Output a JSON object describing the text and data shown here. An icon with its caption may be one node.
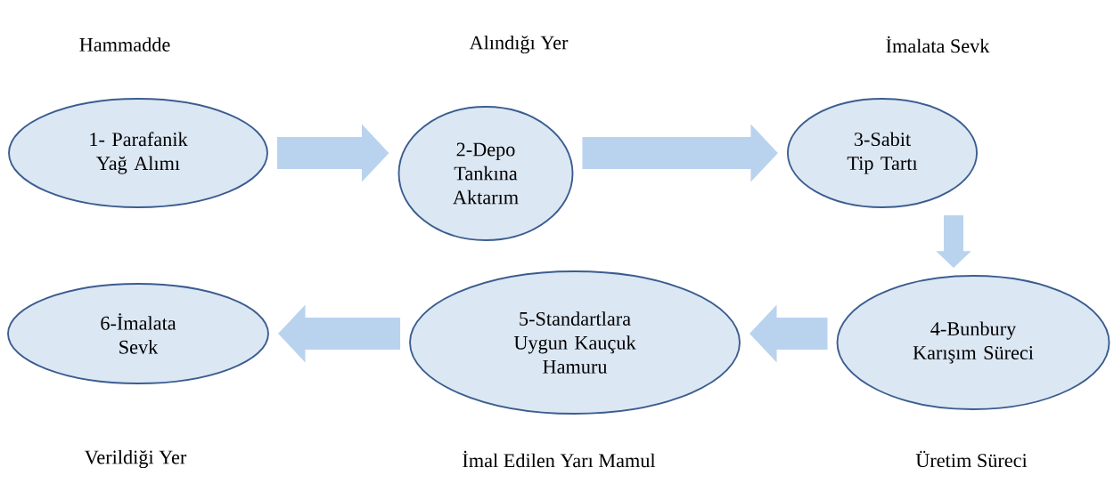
{
  "diagram": {
    "nodes": [
      {
        "text": [
          "1- Parafanik Yağ Alımı"
        ]
      },
      {
        "text": [
          "2-Depo Tankına Aktarım"
        ]
      },
      {
        "text": [
          "3-Sabit Tip Tartı"
        ]
      },
      {
        "text": [
          "4-Bunbury Karışım Süreci"
        ]
      },
      {
        "text": [
          "5-Standartlara Uygun Kauçuk Hamuru"
        ]
      },
      {
        "text": [
          "6-İmalata Sevk"
        ]
      }
    ],
    "edges": [
      {
        "from": 0,
        "to": 1,
        "arrow": "to"
      },
      {
        "from": 1,
        "to": 2,
        "arrow": "to"
      },
      {
        "from": 2,
        "to": 3,
        "arrow": "to"
      },
      {
        "from": 3,
        "to": 4,
        "arrow": "to"
      },
      {
        "from": 4,
        "to": 5,
        "arrow": "to"
      }
    ],
    "labels": [
      "Hammadde",
      "Alındığı Yer",
      "İmalata Sevk",
      "Verildiği Yer",
      "İmal Edilen Yarı Mamul",
      "Üretim Süreci"
    ]
  }
}
